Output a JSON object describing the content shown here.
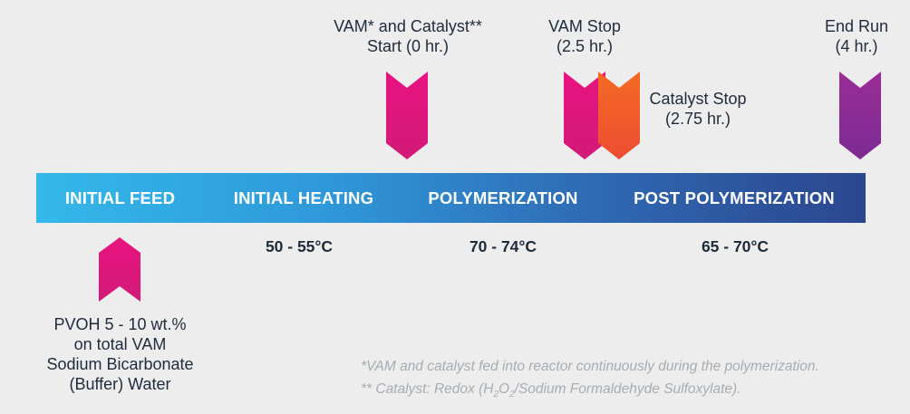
{
  "events": {
    "vam_catalyst_start": {
      "line1": "VAM* and Catalyst**",
      "line2": "Start (0 hr.)",
      "color": "#e8137f"
    },
    "vam_stop": {
      "line1": "VAM Stop",
      "line2": "(2.5 hr.)",
      "color": "#e8137f"
    },
    "catalyst_stop": {
      "line1": "Catalyst Stop",
      "line2": "(2.75 hr.)",
      "color": "#f05a28"
    },
    "end_run": {
      "line1": "End Run",
      "line2": "(4 hr.)",
      "color": "#8e2b96"
    }
  },
  "phases": [
    {
      "label": "INITIAL FEED"
    },
    {
      "label": "INITIAL HEATING"
    },
    {
      "label": "POLYMERIZATION"
    },
    {
      "label": "POST POLYMERIZATION"
    }
  ],
  "temperatures": {
    "heating": "50 - 55°C",
    "polymerization": "70 - 74°C",
    "post_polymerization": "65 - 70°C"
  },
  "initial_feed": {
    "color": "#e8137f",
    "lines": [
      "PVOH 5 - 10 wt.%",
      "on total VAM",
      "Sodium Bicarbonate",
      "(Buffer) Water"
    ]
  },
  "footnotes": {
    "vam": "*VAM and catalyst fed into reactor continuously during the polymerization.",
    "catalyst_prefix": "** Catalyst: Redox (H",
    "h2o2_sub1": "2",
    "o_letter": "O",
    "h2o2_sub2": "2",
    "catalyst_suffix": "/Sodium Formaldehyde Sulfoxylate)."
  }
}
